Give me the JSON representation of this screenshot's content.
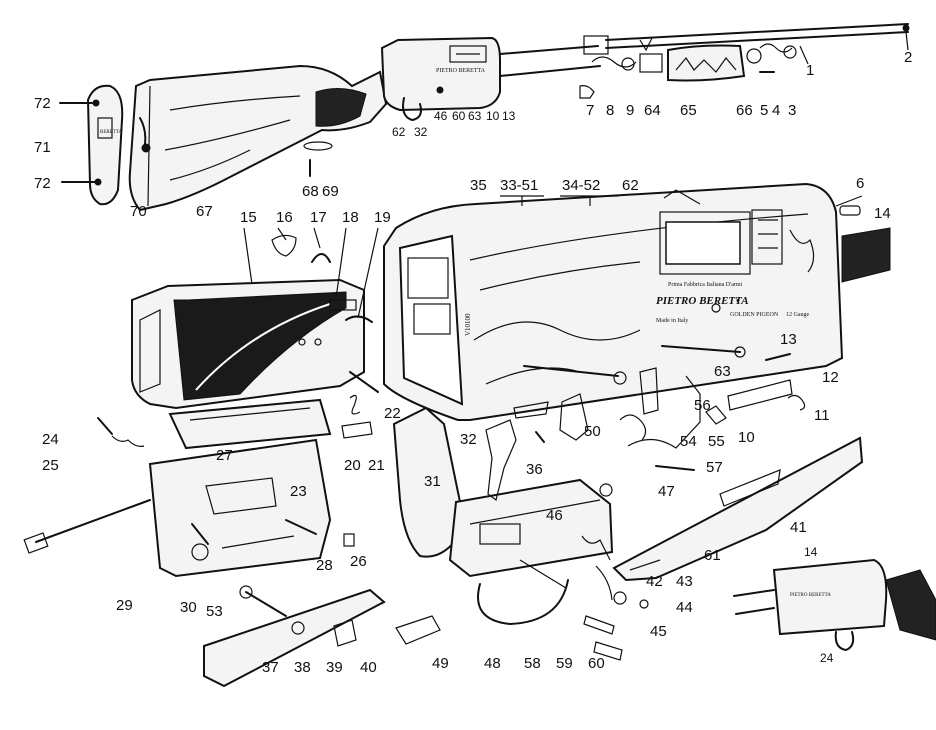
{
  "engraving": {
    "maker_line": "Prima Fabbrica Italiana D'armi",
    "brand": "PIETRO BERETTA",
    "model": "GOLDEN PIGEON",
    "model_suffix": "12 Gauge",
    "made_in": "Made in Italy",
    "serial": "V10100",
    "plate_brand": "BERETTA",
    "small_receiver_brand": "PIETRO BERETTA",
    "inset_brand": "PIETRO BERETTA"
  },
  "labels": {
    "p1": "1",
    "p2": "2",
    "p3": "3",
    "p4": "4",
    "p5": "5",
    "p6": "6",
    "p7": "7",
    "p8": "8",
    "p9": "9",
    "p10": "10",
    "p11": "11",
    "p12": "12",
    "p13": "13",
    "p14": "14",
    "p15": "15",
    "p16": "16",
    "p17": "17",
    "p18": "18",
    "p19": "19",
    "p20": "20",
    "p21": "21",
    "p22": "22",
    "p23": "23",
    "p24": "24",
    "p25": "25",
    "p26": "26",
    "p27": "27",
    "p28": "28",
    "p29": "29",
    "p30": "30",
    "p31": "31",
    "p32": "32",
    "p33_51": "33-51",
    "p34_52": "34-52",
    "p35": "35",
    "p36": "36",
    "p37": "37",
    "p38": "38",
    "p39": "39",
    "p40": "40",
    "p41": "41",
    "p42": "42",
    "p43": "43",
    "p44": "44",
    "p45": "45",
    "p46": "46",
    "p47": "47",
    "p48": "48",
    "p49": "49",
    "p50": "50",
    "p53": "53",
    "p54": "54",
    "p55": "55",
    "p56": "56",
    "p57": "57",
    "p58": "58",
    "p59": "59",
    "p60": "60",
    "p61": "61",
    "p62": "62",
    "p63": "63",
    "p64": "64",
    "p65": "65",
    "p66": "66",
    "p67": "67",
    "p68": "68",
    "p69": "69",
    "p70": "70",
    "p71": "71",
    "p72": "72"
  },
  "top_assembly_labels": {
    "r62": "62",
    "r32": "32",
    "r46": "46",
    "r60": "60",
    "r63": "63",
    "r10": "10",
    "r13": "13"
  },
  "inset_labels": {
    "i14": "14",
    "i24": "24"
  },
  "detail_labels": {
    "d32": "32",
    "d32b": "32",
    "d72a": "72",
    "d72b": "72"
  }
}
